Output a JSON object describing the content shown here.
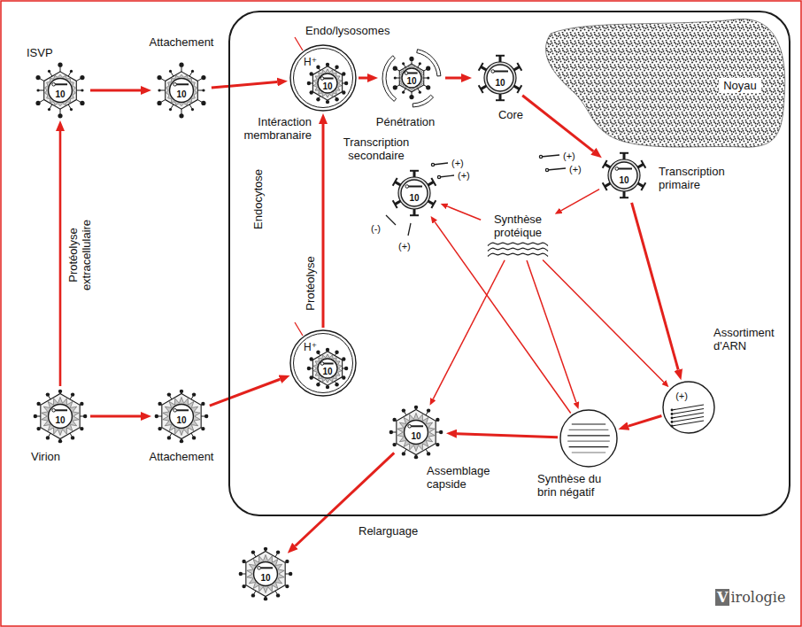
{
  "diagram": {
    "nodes": [
      {
        "text": [
          "ISVP",
          "10"
        ]
      },
      {
        "text": [
          "Attachement",
          "10"
        ]
      },
      {
        "text": [
          "Endocytose"
        ]
      },
      {
        "text": [
          "Endo/lysosomes",
          "H⁺",
          "10"
        ],
        "in": 2
      },
      {
        "text": [
          "Pénétration",
          "10"
        ],
        "in": 2
      },
      {
        "text": [
          "Core",
          "10"
        ],
        "in": 2
      },
      {
        "text": [
          "Noyau"
        ],
        "in": 2
      },
      {
        "text": [
          "Transcription primaire",
          "10"
        ],
        "in": 2
      },
      {
        "text": [
          "Transcription secondaire",
          "10"
        ],
        "in": 2
      },
      {
        "text": [
          "Synthèse protéique"
        ],
        "in": 2
      },
      {
        "text": [
          "H⁺",
          "10"
        ],
        "in": 2
      },
      {
        "text": [
          "Assortiment d'ARN",
          "(+)"
        ],
        "in": 2
      },
      {
        "text": [
          "Virion",
          "10"
        ]
      },
      {
        "text": [
          "Attachement",
          "10"
        ]
      },
      {
        "text": [
          "Assemblage capside",
          "10"
        ],
        "in": 2
      },
      {
        "text": [
          "Synthèse du brin négatif"
        ],
        "in": 2
      },
      {
        "text": [
          "10"
        ]
      }
    ],
    "edges": [
      {
        "from": 12,
        "to": 0,
        "arrow": "to",
        "label": "Protéolyse extracellulaire"
      },
      {
        "from": 0,
        "to": 1,
        "arrow": "to"
      },
      {
        "from": 12,
        "to": 13,
        "arrow": "to"
      },
      {
        "from": 1,
        "to": 3,
        "arrow": "to"
      },
      {
        "from": 13,
        "to": 10,
        "arrow": "to"
      },
      {
        "from": 10,
        "to": 3,
        "arrow": "to",
        "label": "Protéolyse"
      },
      {
        "from": 3,
        "to": 4,
        "arrow": "to"
      },
      {
        "from": 4,
        "to": 5,
        "arrow": "to"
      },
      {
        "from": 5,
        "to": 7,
        "arrow": "to"
      },
      {
        "from": 7,
        "to": 9,
        "arrow": "to"
      },
      {
        "from": 7,
        "to": 11,
        "arrow": "to"
      },
      {
        "from": 9,
        "to": 8,
        "arrow": "to"
      },
      {
        "from": 9,
        "to": 14,
        "arrow": "to"
      },
      {
        "from": 9,
        "to": 15,
        "arrow": "to"
      },
      {
        "from": 9,
        "to": 11,
        "arrow": "to"
      },
      {
        "from": 11,
        "to": 15,
        "arrow": "to"
      },
      {
        "from": 15,
        "to": 14,
        "arrow": "to"
      },
      {
        "from": 15,
        "to": 8,
        "arrow": "to"
      },
      {
        "from": 14,
        "to": 16,
        "arrow": "to",
        "label": "Relarguage"
      }
    ],
    "labels": [
      "Intéraction membranaire",
      "(+)",
      "(+)",
      "(+)",
      "(+)",
      "(-)",
      "(+)",
      "Virologie"
    ]
  }
}
